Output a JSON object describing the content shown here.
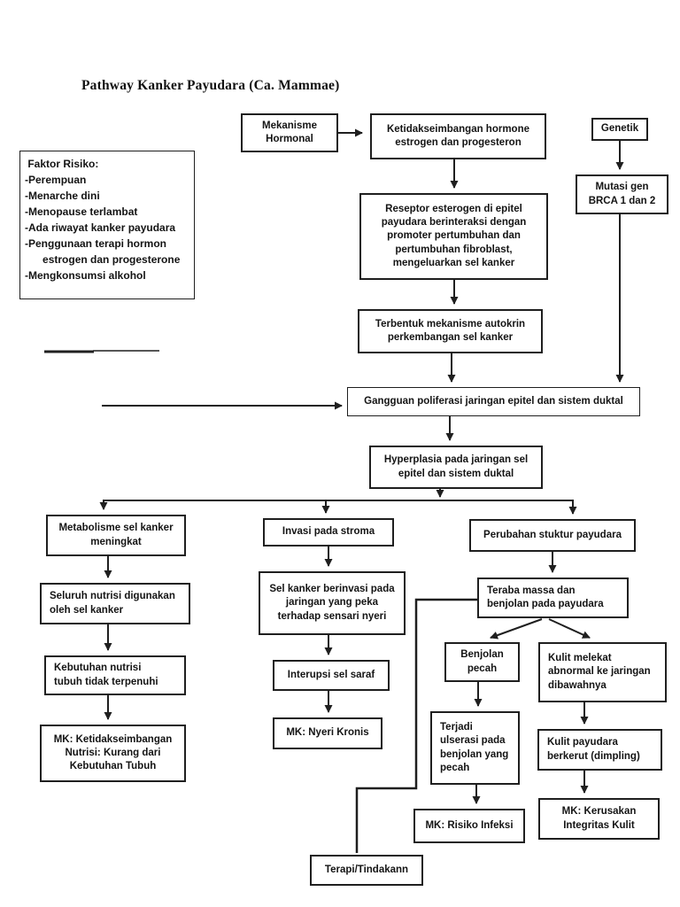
{
  "page": {
    "title": "Pathway Kanker Payudara (Ca. Mammae)"
  },
  "risk_box": {
    "lines": [
      " Faktor Risiko:",
      "-Perempuan",
      "-Menarche dini",
      "-Menopause terlambat",
      "-Ada riwayat kanker payudara",
      "-Penggunaan terapi hormon",
      "      estrogen dan progesterone",
      "-Mengkonsumsi alkohol"
    ]
  },
  "nodes": {
    "mekanisme_hormonal": {
      "label": "Mekanisme\nHormonal"
    },
    "ketidakseimbangan_hormon": {
      "label": "Ketidakseimbangan hormone\nestrogen dan progesteron"
    },
    "genetik": {
      "label": "Genetik"
    },
    "mutasi_gen": {
      "label": "Mutasi gen\nBRCA 1 dan 2"
    },
    "reseptor_esterogen": {
      "label": "Reseptor esterogen  di epitel\npayudara berinteraksi dengan\npromoter pertumbuhan  dan\npertumbuhan fibroblast,\nmengeluarkan sel kanker"
    },
    "terbentuk_autokrin": {
      "label": "Terbentuk mekanisme autokrin\nperkembangan sel kanker"
    },
    "gangguan_poliferasi": {
      "label": "Gangguan poliferasi jaringan epitel dan sistem duktal"
    },
    "hyperplasia": {
      "label": "Hyperplasia pada jaringan sel\nepitel dan sistem duktal"
    },
    "metabolisme": {
      "label": "Metabolisme sel kanker\nmeningkat"
    },
    "invasi_stroma": {
      "label": "Invasi pada stroma"
    },
    "perubahan_struktur": {
      "label": "Perubahan stuktur payudara"
    },
    "seluruh_nutrisi": {
      "label": "Seluruh nutrisi digunakan\noleh sel kanker"
    },
    "kebutuhan_nutrisi": {
      "label": "Kebutuhan nutrisi\ntubuh tidak terpenuhi"
    },
    "mk_nutrisi": {
      "label": "MK: Ketidakseimbangan\nNutrisi: Kurang dari\nKebutuhan Tubuh"
    },
    "sel_kanker_berinvasi": {
      "label": "Sel kanker berinvasi pada\njaringan yang peka\nterhadap sensari nyeri"
    },
    "interupsi_saraf": {
      "label": "Interupsi sel saraf"
    },
    "mk_nyeri": {
      "label": "MK: Nyeri Kronis"
    },
    "teraba_massa": {
      "label": "Teraba massa dan\nbenjolan pada payudara"
    },
    "benjolan_pecah": {
      "label": "Benjolan\npecah"
    },
    "kulit_melekat": {
      "label": "Kulit melekat\nabnormal ke jaringan\ndibawahnya"
    },
    "terjadi_ulserasi": {
      "label": "Terjadi\nulserasi pada\nbenjolan yang\npecah"
    },
    "mk_infeksi": {
      "label": "MK: Risiko Infeksi"
    },
    "kulit_berkerut": {
      "label": "Kulit payudara\nberkerut (dimpling)"
    },
    "mk_kerusakan": {
      "label": "MK: Kerusakan\nIntegritas Kulit"
    },
    "terapi": {
      "label": "Terapi/Tindakann"
    }
  },
  "colors": {
    "ink": "#1f1f1f",
    "background": "#ffffff"
  }
}
